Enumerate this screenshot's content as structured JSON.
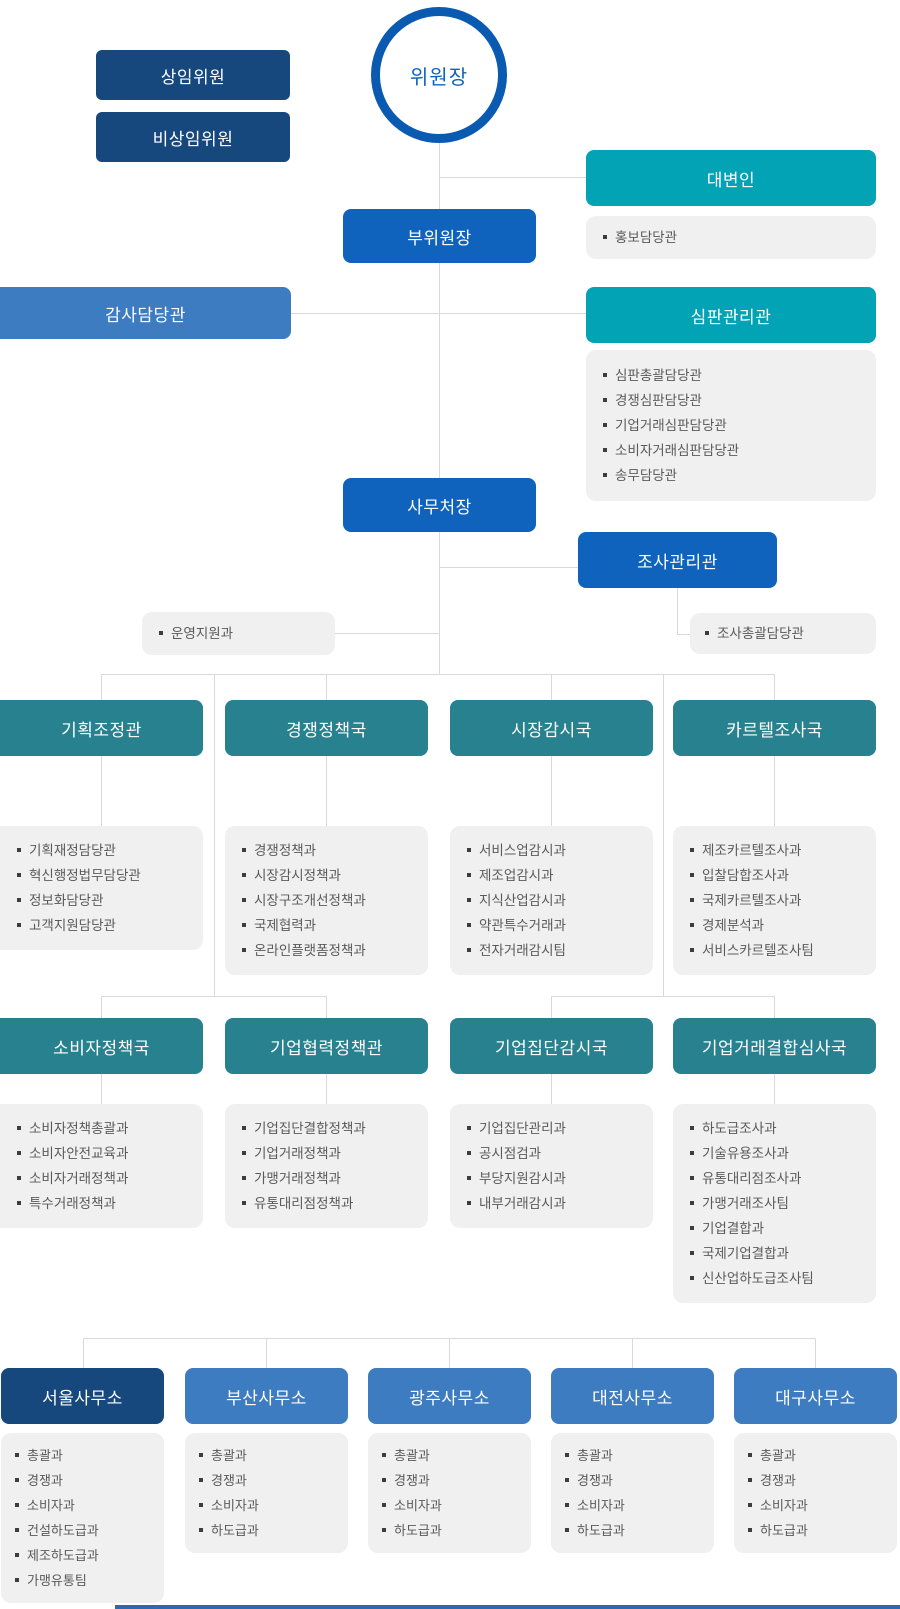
{
  "palette": {
    "navy": "#16477d",
    "blue": "#0f63bd",
    "mid_blue": "#3d7cc0",
    "teal": "#02a3b4",
    "dark_teal": "#28818e",
    "list_bg": "#f0f0f0",
    "connector": "#d9d9d9",
    "item_text": "#5a5a5a",
    "chairman_text": "#0f63bd"
  },
  "chairman": "위원장",
  "commissioners": {
    "standing": "상임위원",
    "non_standing": "비상임위원"
  },
  "vice_chairman": "부위원장",
  "audit_officer": "감사담당관",
  "secretary_general": "사무처장",
  "spokesperson": {
    "title": "대변인",
    "items": [
      "홍보담당관"
    ]
  },
  "adjudication": {
    "title": "심판관리관",
    "items": [
      "심판총괄담당관",
      "경쟁심판담당관",
      "기업거래심판담당관",
      "소비자거래심판담당관",
      "송무담당관"
    ]
  },
  "investigation_manager": {
    "title": "조사관리관",
    "items": [
      "조사총괄담당관"
    ]
  },
  "secretariat_direct": {
    "items": [
      "운영지원과"
    ]
  },
  "bureaus_row1": [
    {
      "title": "기획조정관",
      "items": [
        "기획재정담당관",
        "혁신행정법무담당관",
        "정보화담당관",
        "고객지원담당관"
      ]
    },
    {
      "title": "경쟁정책국",
      "items": [
        "경쟁정책과",
        "시장감시정책과",
        "시장구조개선정책과",
        "국제협력과",
        "온라인플랫폼정책과"
      ]
    },
    {
      "title": "시장감시국",
      "items": [
        "서비스업감시과",
        "제조업감시과",
        "지식산업감시과",
        "약관특수거래과",
        "전자거래감시팀"
      ]
    },
    {
      "title": "카르텔조사국",
      "items": [
        "제조카르텔조사과",
        "입찰담합조사과",
        "국제카르텔조사과",
        "경제분석과",
        "서비스카르텔조사팀"
      ]
    }
  ],
  "bureaus_row2": [
    {
      "title": "소비자정책국",
      "items": [
        "소비자정책총괄과",
        "소비자안전교육과",
        "소비자거래정책과",
        "특수거래정책과"
      ]
    },
    {
      "title": "기업협력정책관",
      "items": [
        "기업집단결합정책과",
        "기업거래정책과",
        "가맹거래정책과",
        "유통대리점정책과"
      ]
    },
    {
      "title": "기업집단감시국",
      "items": [
        "기업집단관리과",
        "공시점검과",
        "부당지원감시과",
        "내부거래감시과"
      ]
    },
    {
      "title": "기업거래결합심사국",
      "items": [
        "하도급조사과",
        "기술유용조사과",
        "유통대리점조사과",
        "가맹거래조사팀",
        "기업결합과",
        "국제기업결합과",
        "신산업하도급조사팀"
      ]
    }
  ],
  "offices": [
    {
      "title": "서울사무소",
      "items": [
        "총괄과",
        "경쟁과",
        "소비자과",
        "건설하도급과",
        "제조하도급과",
        "가맹유통팀"
      ]
    },
    {
      "title": "부산사무소",
      "items": [
        "총괄과",
        "경쟁과",
        "소비자과",
        "하도급과"
      ]
    },
    {
      "title": "광주사무소",
      "items": [
        "총괄과",
        "경쟁과",
        "소비자과",
        "하도급과"
      ]
    },
    {
      "title": "대전사무소",
      "items": [
        "총괄과",
        "경쟁과",
        "소비자과",
        "하도급과"
      ]
    },
    {
      "title": "대구사무소",
      "items": [
        "총괄과",
        "경쟁과",
        "소비자과",
        "하도급과"
      ]
    }
  ]
}
